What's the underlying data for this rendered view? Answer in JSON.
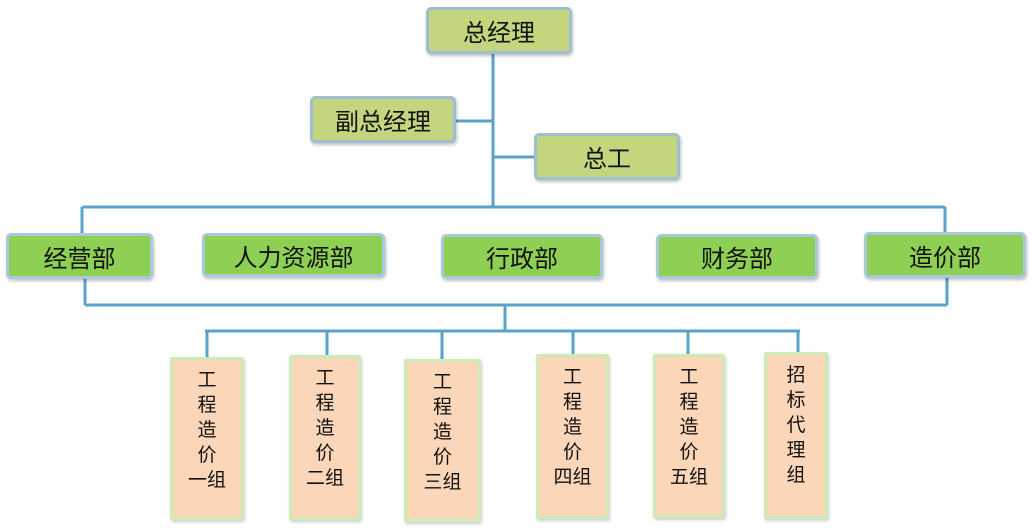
{
  "nodes": {
    "general_manager": "总经理",
    "deputy_gm": "副总经理",
    "chief_engineer": "总工"
  },
  "departments": [
    "经营部",
    "人力资源部",
    "行政部",
    "财务部",
    "造价部"
  ],
  "groups": [
    "工\n程\n造\n价\n一组",
    "工\n程\n造\n价\n二组",
    "工\n程\n造\n价\n三组",
    "工\n程\n造\n价\n四组",
    "工\n程\n造\n价\n五组",
    "招\n标\n代\n理\n组"
  ],
  "colors": {
    "top_fill": "#c3d57d",
    "dept_fill": "#8ed054",
    "group_fill": "#fbd6b8",
    "connector": "#5aa3c8"
  }
}
